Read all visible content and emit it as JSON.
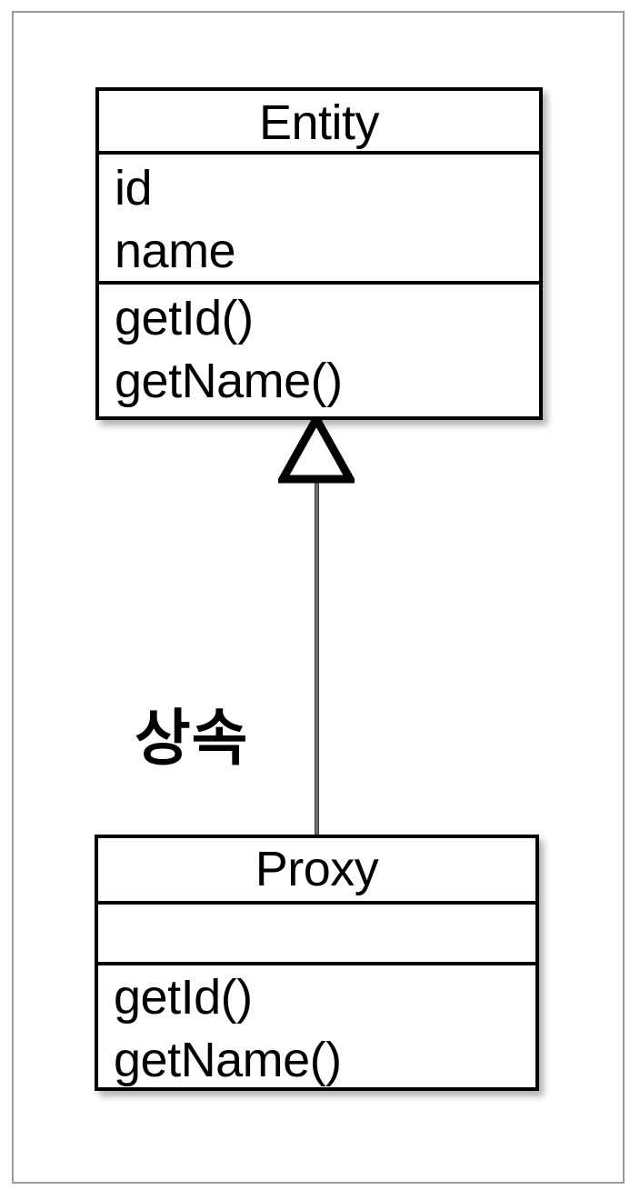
{
  "diagram": {
    "type": "uml-class-diagram",
    "background_color": "#ffffff",
    "frame_color": "#9a9a9a",
    "line_color": "#000000",
    "classes": [
      {
        "name": "Entity",
        "attributes": [
          "id",
          "name"
        ],
        "methods": [
          "getId()",
          "getName()"
        ]
      },
      {
        "name": "Proxy",
        "attributes": [],
        "methods": [
          "getId()",
          "getName()"
        ]
      }
    ],
    "relationship": {
      "kind": "generalization",
      "label": "상속",
      "from": "Proxy",
      "to": "Entity",
      "arrow": "hollow-triangle"
    }
  },
  "entity": {
    "title": "Entity",
    "attribute_1": "id",
    "attribute_2": "name",
    "method_1": "getId()",
    "method_2": "getName()"
  },
  "proxy": {
    "title": "Proxy",
    "method_1": "getId()",
    "method_2": "getName()"
  },
  "relationship": {
    "label": "상속"
  }
}
